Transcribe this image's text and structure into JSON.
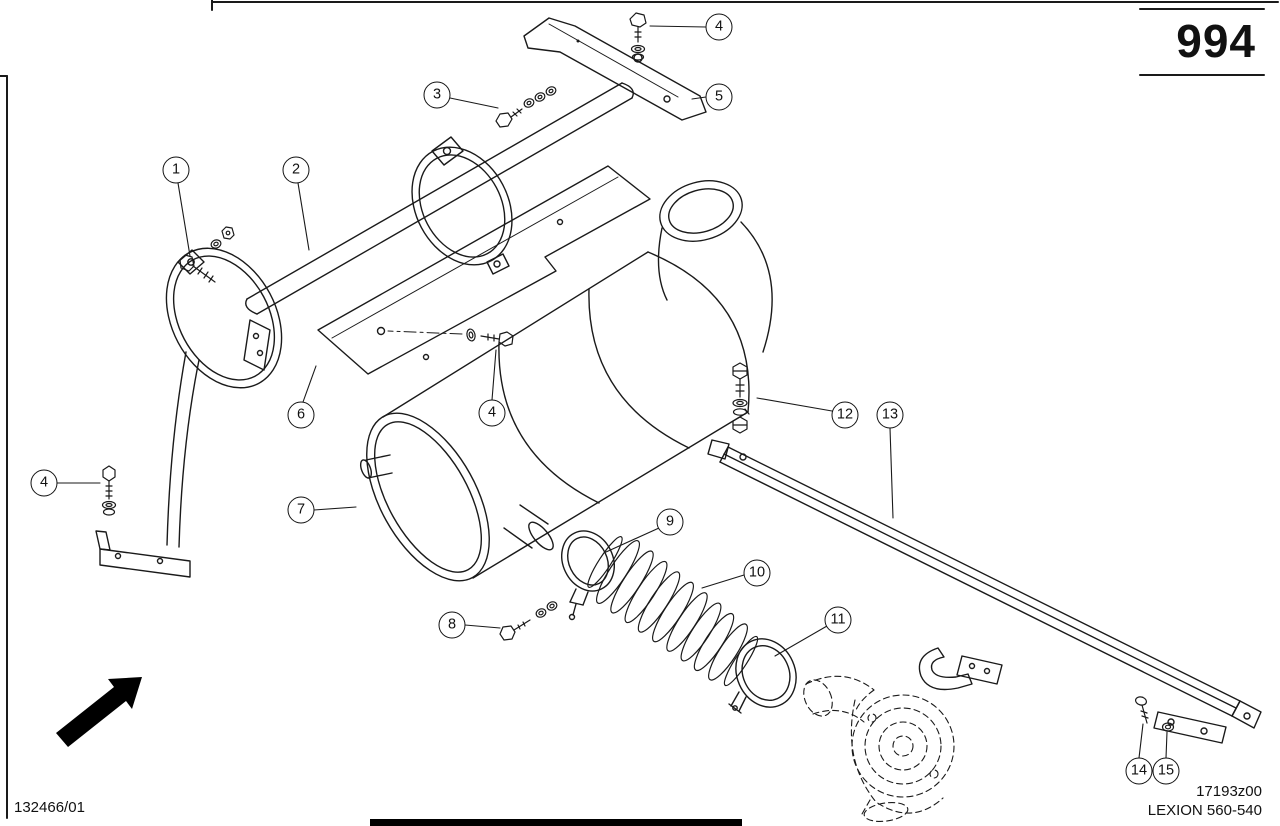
{
  "page": {
    "page_number": "994",
    "doc_number": "132466/01",
    "figure_code": "17193z00",
    "model": "LEXION 560-540"
  },
  "colors": {
    "ink": "#111111",
    "background": "#ffffff"
  },
  "icons": {
    "direction_arrow": "northeast-solid-arrow"
  },
  "callouts": [
    {
      "id": "4-top",
      "label": "4"
    },
    {
      "id": "3",
      "label": "3"
    },
    {
      "id": "5",
      "label": "5"
    },
    {
      "id": "1",
      "label": "1"
    },
    {
      "id": "2",
      "label": "2"
    },
    {
      "id": "6",
      "label": "6"
    },
    {
      "id": "4-middle",
      "label": "4"
    },
    {
      "id": "12",
      "label": "12"
    },
    {
      "id": "13",
      "label": "13"
    },
    {
      "id": "4-left",
      "label": "4"
    },
    {
      "id": "7",
      "label": "7"
    },
    {
      "id": "9",
      "label": "9"
    },
    {
      "id": "10",
      "label": "10"
    },
    {
      "id": "8",
      "label": "8"
    },
    {
      "id": "11",
      "label": "11"
    },
    {
      "id": "14",
      "label": "14"
    },
    {
      "id": "15",
      "label": "15"
    }
  ]
}
